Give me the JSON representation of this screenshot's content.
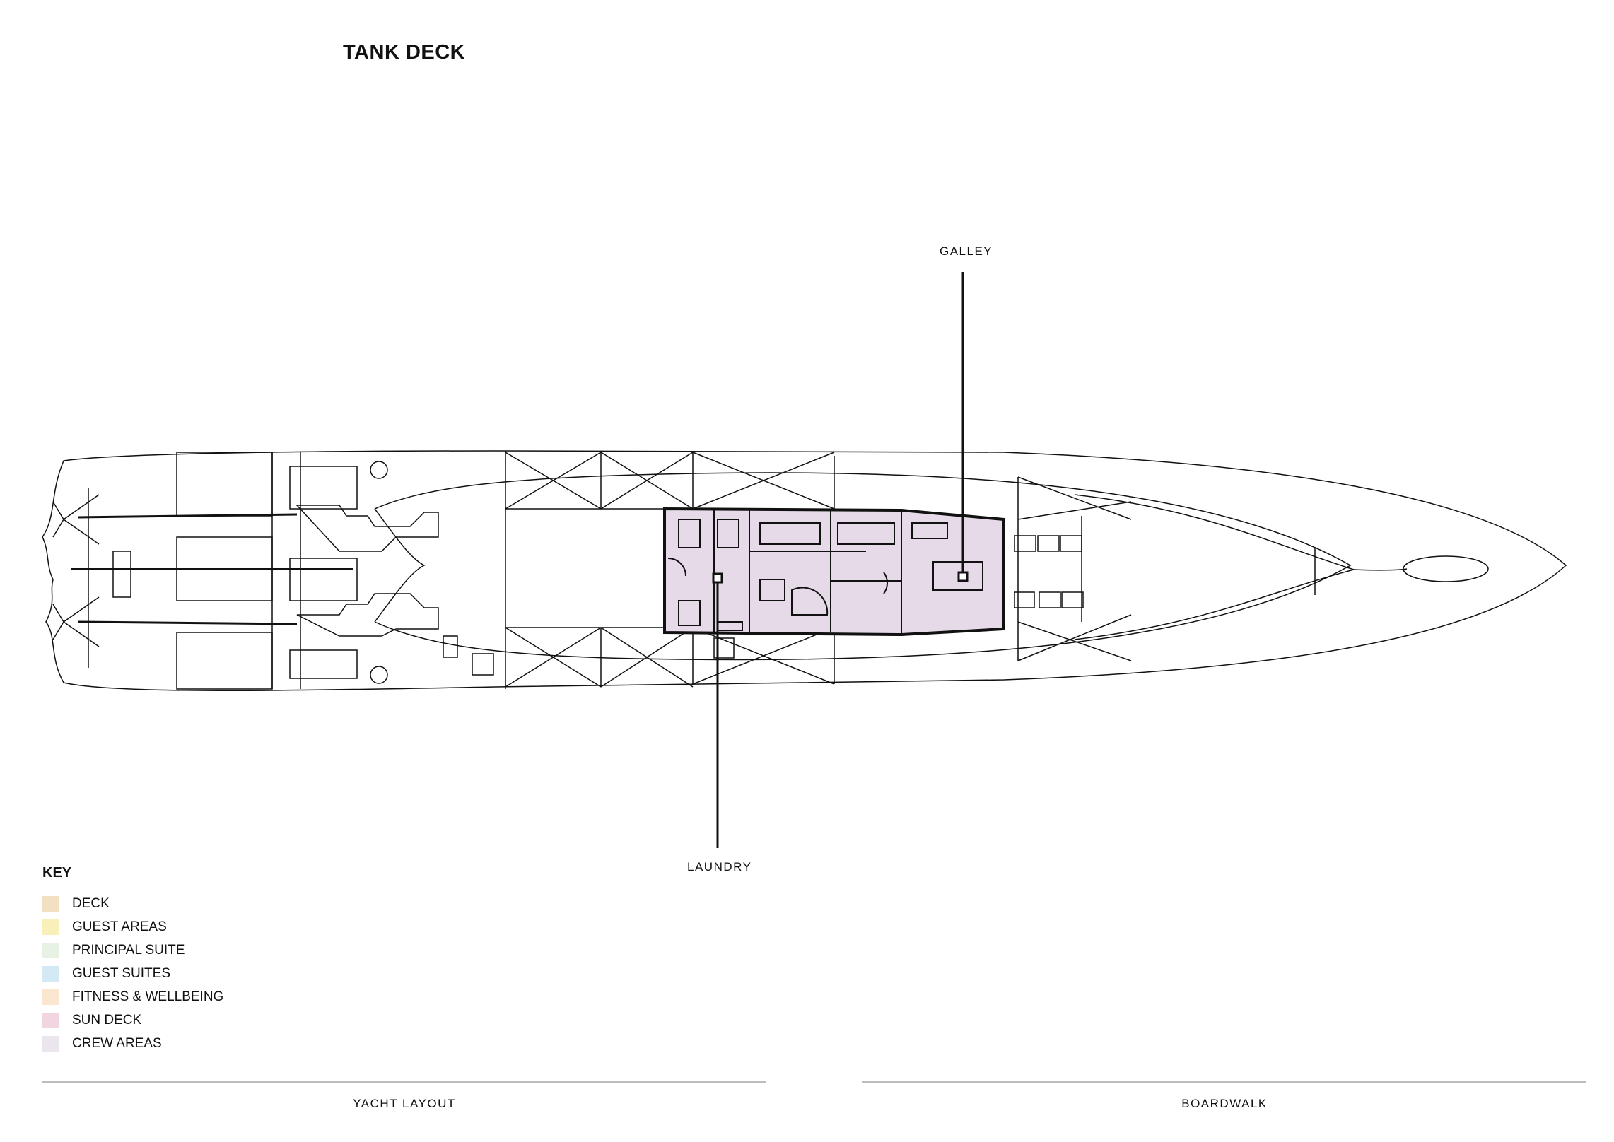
{
  "page": {
    "title": "TANK DECK"
  },
  "callouts": {
    "galley": "GALLEY",
    "laundry": "LAUNDRY"
  },
  "key": {
    "title": "KEY",
    "items": [
      {
        "label": "DECK",
        "color": "#f3dfc1"
      },
      {
        "label": "GUEST AREAS",
        "color": "#f8f0b8"
      },
      {
        "label": "PRINCIPAL SUITE",
        "color": "#e8f2e4"
      },
      {
        "label": "GUEST SUITES",
        "color": "#d3e9f3"
      },
      {
        "label": "FITNESS & WELLBEING",
        "color": "#fbe7d0"
      },
      {
        "label": "SUN DECK",
        "color": "#f1d6e2"
      },
      {
        "label": "CREW AREAS",
        "color": "#ebe6ee"
      }
    ]
  },
  "footer": {
    "left": "YACHT LAYOUT",
    "right": "BOARDWALK"
  },
  "colors": {
    "highlight_fill": "#e6dae9",
    "line": "#111111",
    "rule": "#bdbdbd"
  }
}
